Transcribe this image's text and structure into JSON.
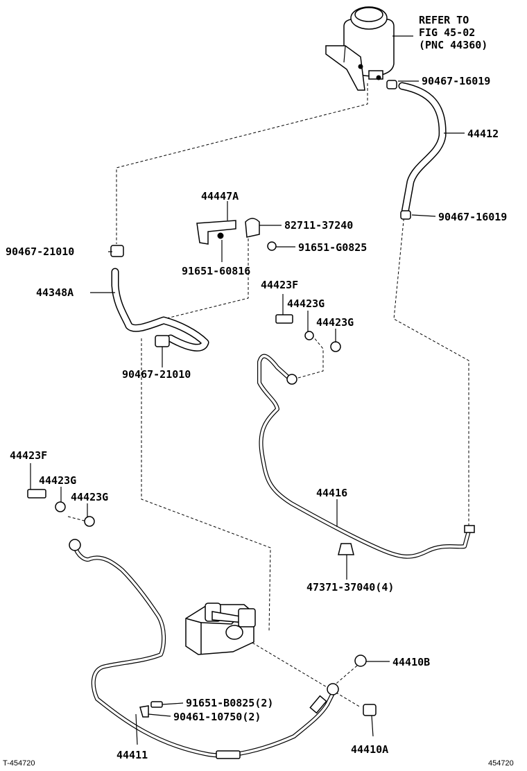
{
  "diagram": {
    "reference_note": [
      "REFER TO",
      "FIG 45-02",
      "(PNC 44360)"
    ],
    "labels": {
      "clip_tank": "90467-16019",
      "hose_44412": "44412",
      "clip_44412_low": "90467-16019",
      "bracket_44447A": "44447A",
      "clamp_82711": "82711-37240",
      "bolt_91651_G": "91651-G0825",
      "bolt_91651_6": "91651-60816",
      "clip_21010_upper": "90467-21010",
      "hose_44348A": "44348A",
      "union_44423F_upper": "44423F",
      "gasket_44423G_upper_a": "44423G",
      "gasket_44423G_upper_b": "44423G",
      "clip_21010_lower": "90467-21010",
      "union_44423F_lower": "44423F",
      "gasket_44423G_lower_a": "44423G",
      "gasket_44423G_lower_b": "44423G",
      "pipe_44416": "44416",
      "clamp_47371": "47371-37040(4)",
      "fitting_44410B": "44410B",
      "bolt_91651_B": "91651-B0825(2)",
      "clip_90461": "90461-10750(2)",
      "pipe_44411": "44411",
      "fitting_44410A": "44410A"
    },
    "corner_left": "T-454720",
    "corner_right": "454720"
  }
}
